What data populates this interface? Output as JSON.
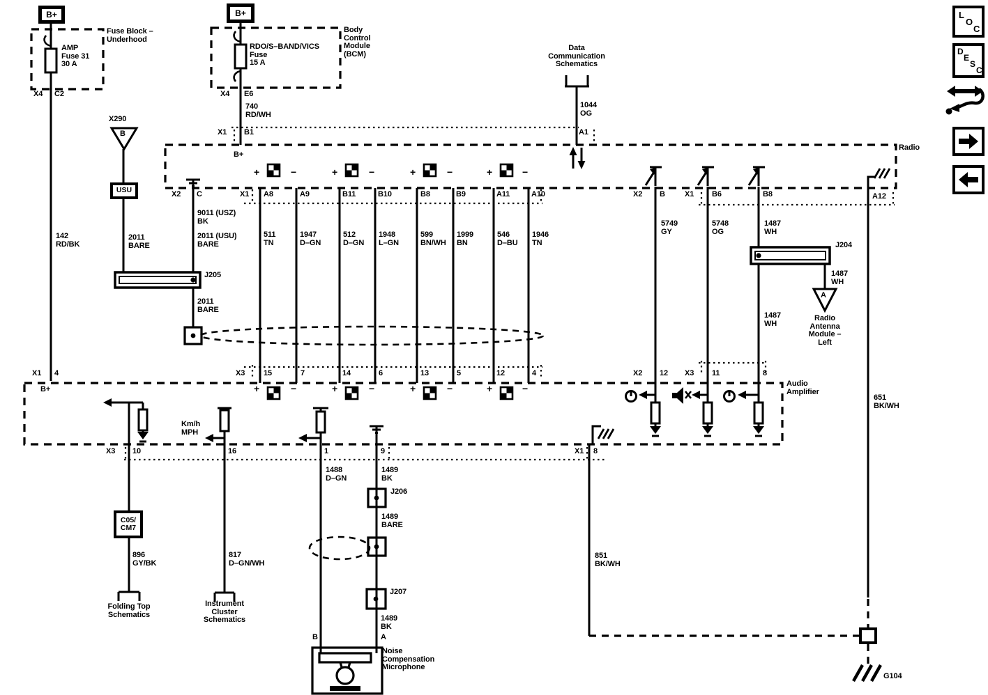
{
  "titles": {
    "radio": "Radio",
    "audio_amp": [
      "Audio",
      "Amplifier"
    ],
    "fuse_block": [
      "Fuse Block –",
      "Underhood"
    ],
    "bcm": [
      "Body",
      "Control",
      "Module",
      "(BCM)"
    ],
    "data_comm": [
      "Data",
      "Communication",
      "Schematics"
    ],
    "folding_top": [
      "Folding Top",
      "Schematics"
    ],
    "cluster": [
      "Instrument",
      "Cluster",
      "Schematics"
    ],
    "ant_mod": [
      "Radio",
      "Antenna",
      "Module –",
      "Left"
    ],
    "mic": [
      "Noise",
      "Compensation",
      "Microphone"
    ]
  },
  "components": {
    "b_plus_1": "B+",
    "b_plus_2": "B+",
    "fuse_amp": [
      "AMP",
      "Fuse 31",
      "30 A"
    ],
    "fuse_rdo": [
      "RDO/S–BAND/VICS",
      "Fuse",
      "15 A"
    ],
    "x290": "X290",
    "x290_b": "B",
    "usu": "USU",
    "c05": [
      "C05/",
      "CM7"
    ],
    "j204": "J204",
    "j205": "J205",
    "j206": "J206",
    "j207": "J207",
    "ant_a": "A",
    "g104": "G104"
  },
  "inside": {
    "b_plus_radio": "B+",
    "b_plus_amp": "B+",
    "kmh": [
      "Km/h",
      "MPH"
    ],
    "plus": "+",
    "minus": "−",
    "mic_b": "B",
    "mic_a": "A"
  },
  "conns": {
    "x4_1": "X4",
    "c2": "C2",
    "x4_2": "X4",
    "e6": "E6",
    "x1_1": "X1",
    "b1": "B1",
    "a1": "A1",
    "x2_1": "X2",
    "c": "C",
    "x1_2": "X1",
    "a8": "A8",
    "a9": "A9",
    "b11": "B11",
    "b10": "B10",
    "b8": "B8",
    "b9": "B9",
    "a11": "A11",
    "a10": "A10",
    "x2_2": "X2",
    "b": "B",
    "x1_3": "X1",
    "b6": "B6",
    "b8r": "B8",
    "a12": "A12",
    "x1_4": "X1",
    "p4": "4",
    "x3_1": "X3",
    "p15": "15",
    "p7": "7",
    "p14": "14",
    "p6": "6",
    "p13": "13",
    "p5": "5",
    "p12": "12",
    "p4b": "4",
    "x2_3": "X2",
    "p12r": "12",
    "x3_2": "X3",
    "p11": "11",
    "p8": "8",
    "x3_3": "X3",
    "p10": "10",
    "p16": "16",
    "p1": "1",
    "p9": "9",
    "x1_5": "X1",
    "p8b": "8"
  },
  "wires": {
    "w142": [
      "142",
      "RD/BK"
    ],
    "w740": [
      "740",
      "RD/WH"
    ],
    "w1044": [
      "1044",
      "OG"
    ],
    "w2011a": [
      "2011",
      "BARE"
    ],
    "w9011": [
      "9011 (USZ)",
      "BK"
    ],
    "w2011b": [
      "2011 (USU)",
      "BARE"
    ],
    "w2011c": [
      "2011",
      "BARE"
    ],
    "w511": [
      "511",
      "TN"
    ],
    "w1947": [
      "1947",
      "D–GN"
    ],
    "w512": [
      "512",
      "D–GN"
    ],
    "w1948": [
      "1948",
      "L–GN"
    ],
    "w599": [
      "599",
      "BN/WH"
    ],
    "w1999": [
      "1999",
      "BN"
    ],
    "w546": [
      "546",
      "D–BU"
    ],
    "w1946": [
      "1946",
      "TN"
    ],
    "w5749": [
      "5749",
      "GY"
    ],
    "w5748": [
      "5748",
      "OG"
    ],
    "w1487a": [
      "1487",
      "WH"
    ],
    "w1487b": [
      "1487",
      "WH"
    ],
    "w1487c": [
      "1487",
      "WH"
    ],
    "w651": [
      "651",
      "BK/WH"
    ],
    "w1488": [
      "1488",
      "D–GN"
    ],
    "w1489a": [
      "1489",
      "BK"
    ],
    "w1489b": [
      "1489",
      "BARE"
    ],
    "w1489c": [
      "1489",
      "BK"
    ],
    "w896": [
      "896",
      "GY/BK"
    ],
    "w817": [
      "817",
      "D–GN/WH"
    ],
    "w851": [
      "851",
      "BK/WH"
    ]
  },
  "toolbar": {
    "loc": [
      "L",
      "O",
      "C"
    ],
    "desc": [
      "D",
      "E",
      "S",
      "C"
    ]
  }
}
